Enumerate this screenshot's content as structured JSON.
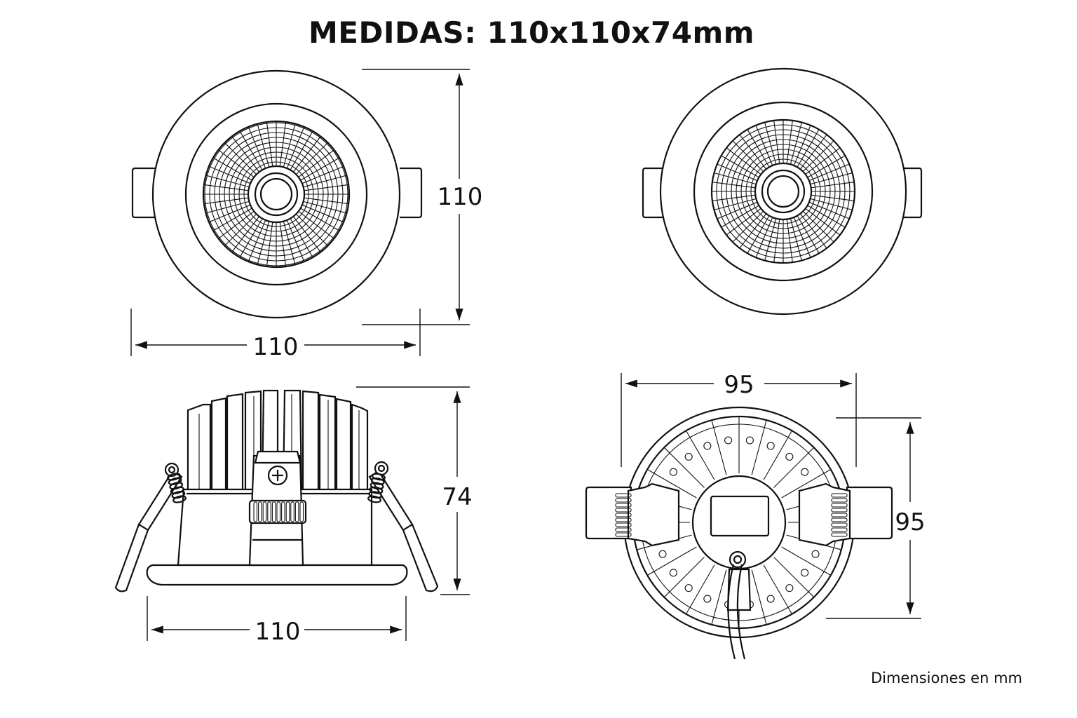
{
  "title": "MEDIDAS: 110x110x74mm",
  "footnote": "Dimensiones en mm",
  "dimensions": {
    "top_view_height": "110",
    "top_view_width": "110",
    "side_view_height": "74",
    "side_view_width": "110",
    "cutout_width": "95",
    "cutout_height": "95"
  }
}
